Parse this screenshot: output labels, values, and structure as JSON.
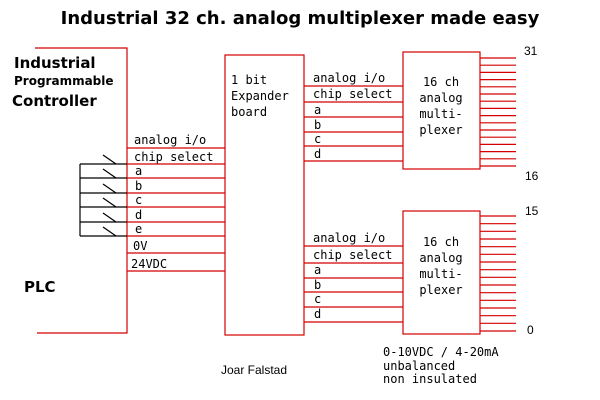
{
  "title": "Industrial 32 ch. analog multiplexer made easy",
  "plc": {
    "name_lines": [
      "Industrial",
      "Programmable",
      "Controller"
    ],
    "short_name": "PLC",
    "signals": [
      "analog i/o",
      "chip select",
      "a",
      "b",
      "c",
      "d",
      "e",
      "0V",
      "24VDC"
    ]
  },
  "expander": {
    "label_lines": [
      "1 bit",
      "Expander",
      "board"
    ],
    "signals": [
      "analog i/o",
      "chip select",
      "a",
      "b",
      "c",
      "d"
    ]
  },
  "multiplexer_top": {
    "label_lines": [
      "16 ch",
      "analog",
      "multi-",
      "plexer"
    ],
    "channel_high": "31",
    "channel_low": "16"
  },
  "multiplexer_bottom": {
    "label_lines": [
      "16 ch",
      "analog",
      "multi-",
      "plexer"
    ],
    "channel_high": "15",
    "channel_low": "0"
  },
  "author": "Joar Falstad",
  "notes": [
    "0-10VDC / 4-20mA",
    "unbalanced",
    "non insulated"
  ],
  "colors": {
    "wire": "#d40000",
    "text": "#000000",
    "background": "#ffffff"
  }
}
